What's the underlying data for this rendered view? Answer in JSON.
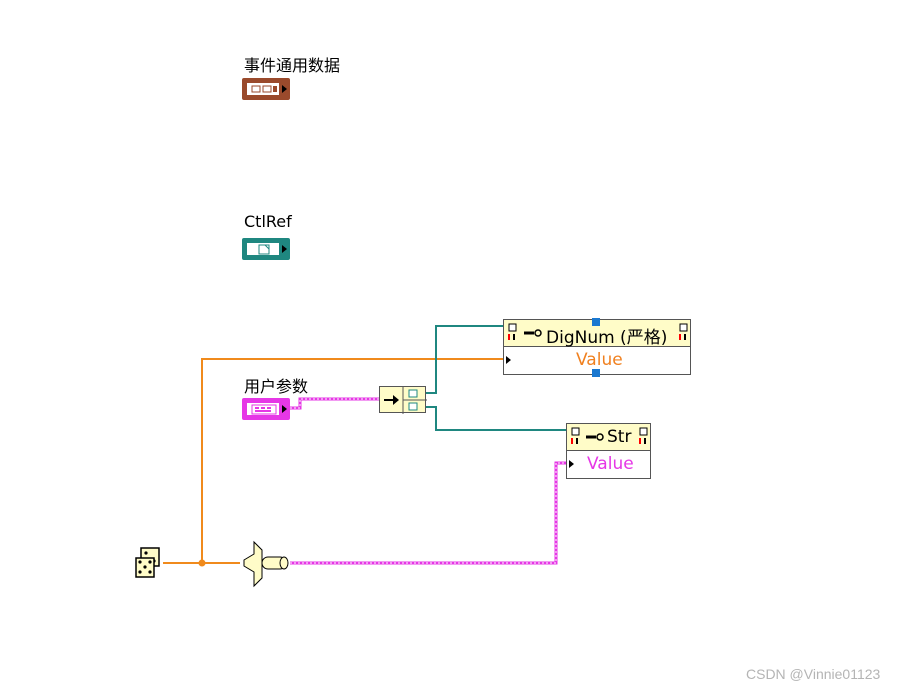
{
  "terminals": {
    "event_data": {
      "label": "事件通用数据",
      "color": "#9a4a2c"
    },
    "ctlref": {
      "label": "CtlRef",
      "color": "#1f8780"
    },
    "user_param": {
      "label": "用户参数",
      "color": "#e637e6"
    }
  },
  "property_nodes": {
    "dignum": {
      "property": "DigNum (严格)",
      "value_label": "Value",
      "value_color": "#f0801f"
    },
    "str": {
      "property": "Str",
      "value_label": "Value",
      "value_color": "#e637e6"
    }
  },
  "wire_colors": {
    "numeric": "#f08a1c",
    "reference": "#1f8780",
    "string": "#e637e6"
  },
  "watermark": "CSDN @Vinnie01123"
}
